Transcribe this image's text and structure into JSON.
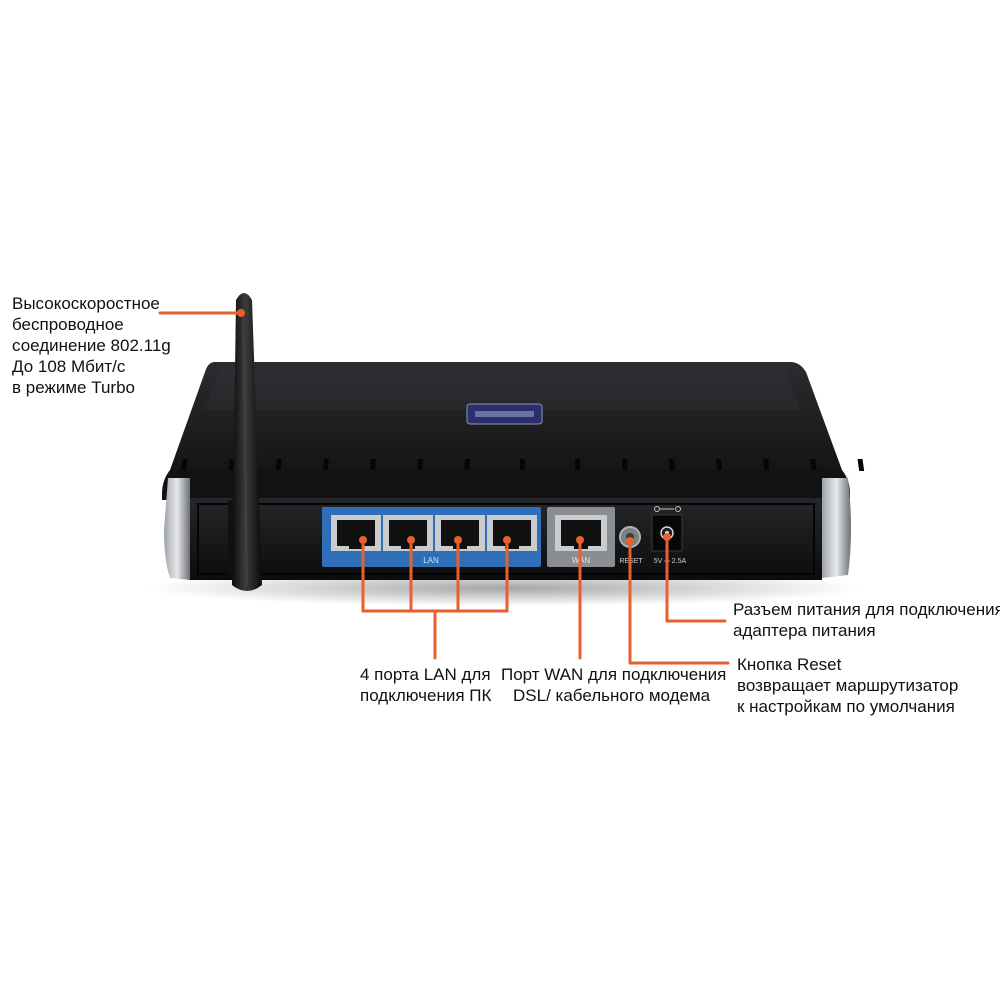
{
  "device": {
    "port_labels": {
      "lan": "LAN",
      "wan": "WAN",
      "reset": "RESET",
      "power": "5V ⎓ 2.5A"
    }
  },
  "callouts": {
    "wireless": {
      "lines": [
        "Высокоскоростное",
        "беспроводное",
        "соединение 802.11g",
        "До 108 Мбит/с",
        "в режиме Turbo"
      ]
    },
    "lan_ports": {
      "lines": [
        "4 порта LAN для",
        "подключения ПК"
      ]
    },
    "wan_port": {
      "lines": [
        "Порт WAN для подключения",
        "DSL/ кабельного модема"
      ]
    },
    "power": {
      "lines": [
        "Разъем питания для подключения",
        "адаптера питания"
      ]
    },
    "reset": {
      "lines": [
        "Кнопка Reset",
        "возвращает маршрутизатор",
        "к настройкам по умолчания"
      ]
    }
  },
  "colors": {
    "callout_line": "#e8612c",
    "lan_panel": "#2f6fb8",
    "wan_panel": "#8a8d91",
    "body": "#1c1d1f"
  }
}
